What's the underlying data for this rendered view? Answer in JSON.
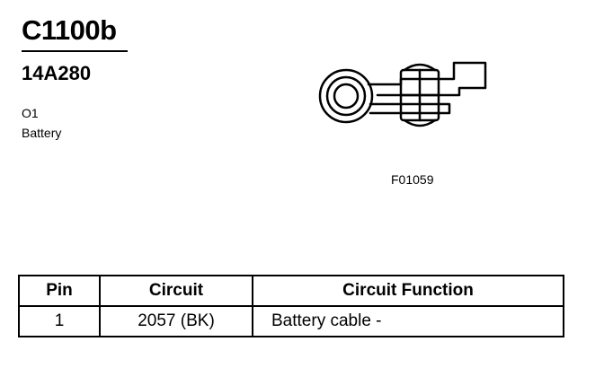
{
  "connector": {
    "id": "C1100b",
    "part_number": "14A280",
    "location_code": "O1",
    "location_desc": "Battery"
  },
  "figure": {
    "reference": "F01059",
    "icon": "battery-terminal-connector-icon"
  },
  "pin_table": {
    "headers": {
      "pin": "Pin",
      "circuit": "Circuit",
      "function": "Circuit Function"
    },
    "rows": [
      {
        "pin": "1",
        "circuit": "2057 (BK)",
        "function": "Battery cable -"
      }
    ]
  }
}
